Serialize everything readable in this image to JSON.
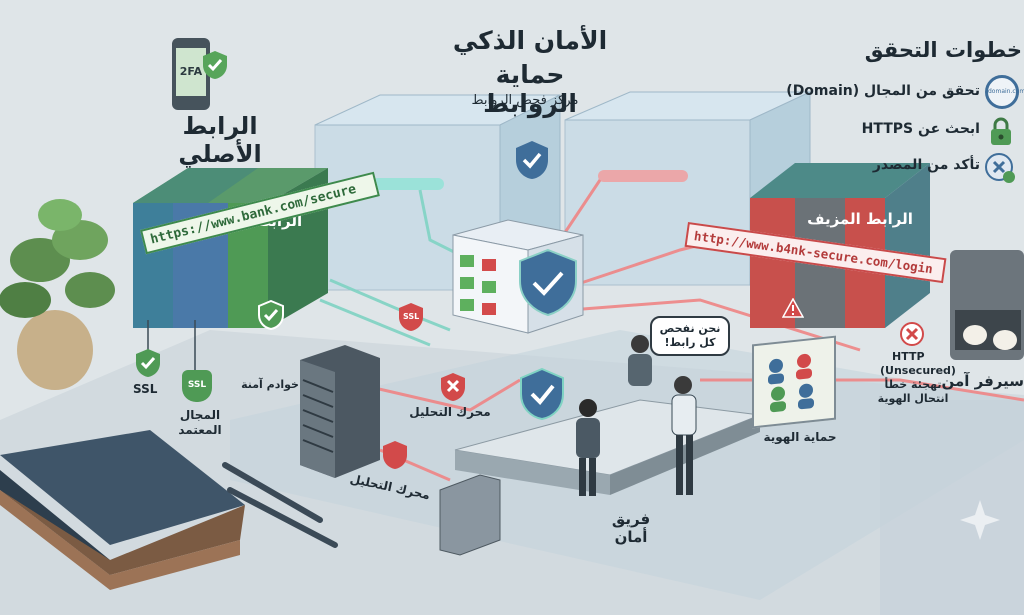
{
  "header": {
    "title": "الأمان الذكي",
    "subtitle": "حماية الروابط",
    "center_label": "مركز فحص الروابط"
  },
  "original_link": {
    "heading": "الرابط الأصلي",
    "box_label": "الرابط الأصلي",
    "url": "https://www.bank.com/secure",
    "ssl": "SSL",
    "domain_badge": "SSL",
    "domain_label": "المجال المعتمد",
    "twofa": "2FA"
  },
  "fake_link": {
    "box_label": "الرابط المزيف",
    "url": "http://www.b4nk-secure.com/login",
    "http_label": "HTTP",
    "unsecured_label": "(Unsecured)",
    "warning_label": "تهجئة خطأ انتحال الهوية"
  },
  "steps": {
    "title": "خطوات التحقق",
    "items": [
      {
        "label": "تحقق من المجال (Domain)",
        "icon": "domain-search-icon",
        "icon_text": "domain.com"
      },
      {
        "label": "ابحث عن HTTPS",
        "icon": "lock-icon"
      },
      {
        "label": "تأكد من المصدر",
        "icon": "source-badge-icon"
      }
    ]
  },
  "labels": {
    "secure_servers": "خوادم آمنة",
    "analysis_engine_1": "محرك التحليل",
    "analysis_engine_2": "محرك التحليل",
    "ssl_tag": "SSL",
    "identity_protection": "حماية الهوية",
    "secure_team": "فريق أمان",
    "speech": "نحن نفحص كل رابط!",
    "secure_server": "سيرفر آمن"
  },
  "colors": {
    "green": "#3e8a4d",
    "red": "#c94a4a",
    "blue": "#3f6e9a",
    "teal": "#4a8c8a"
  }
}
